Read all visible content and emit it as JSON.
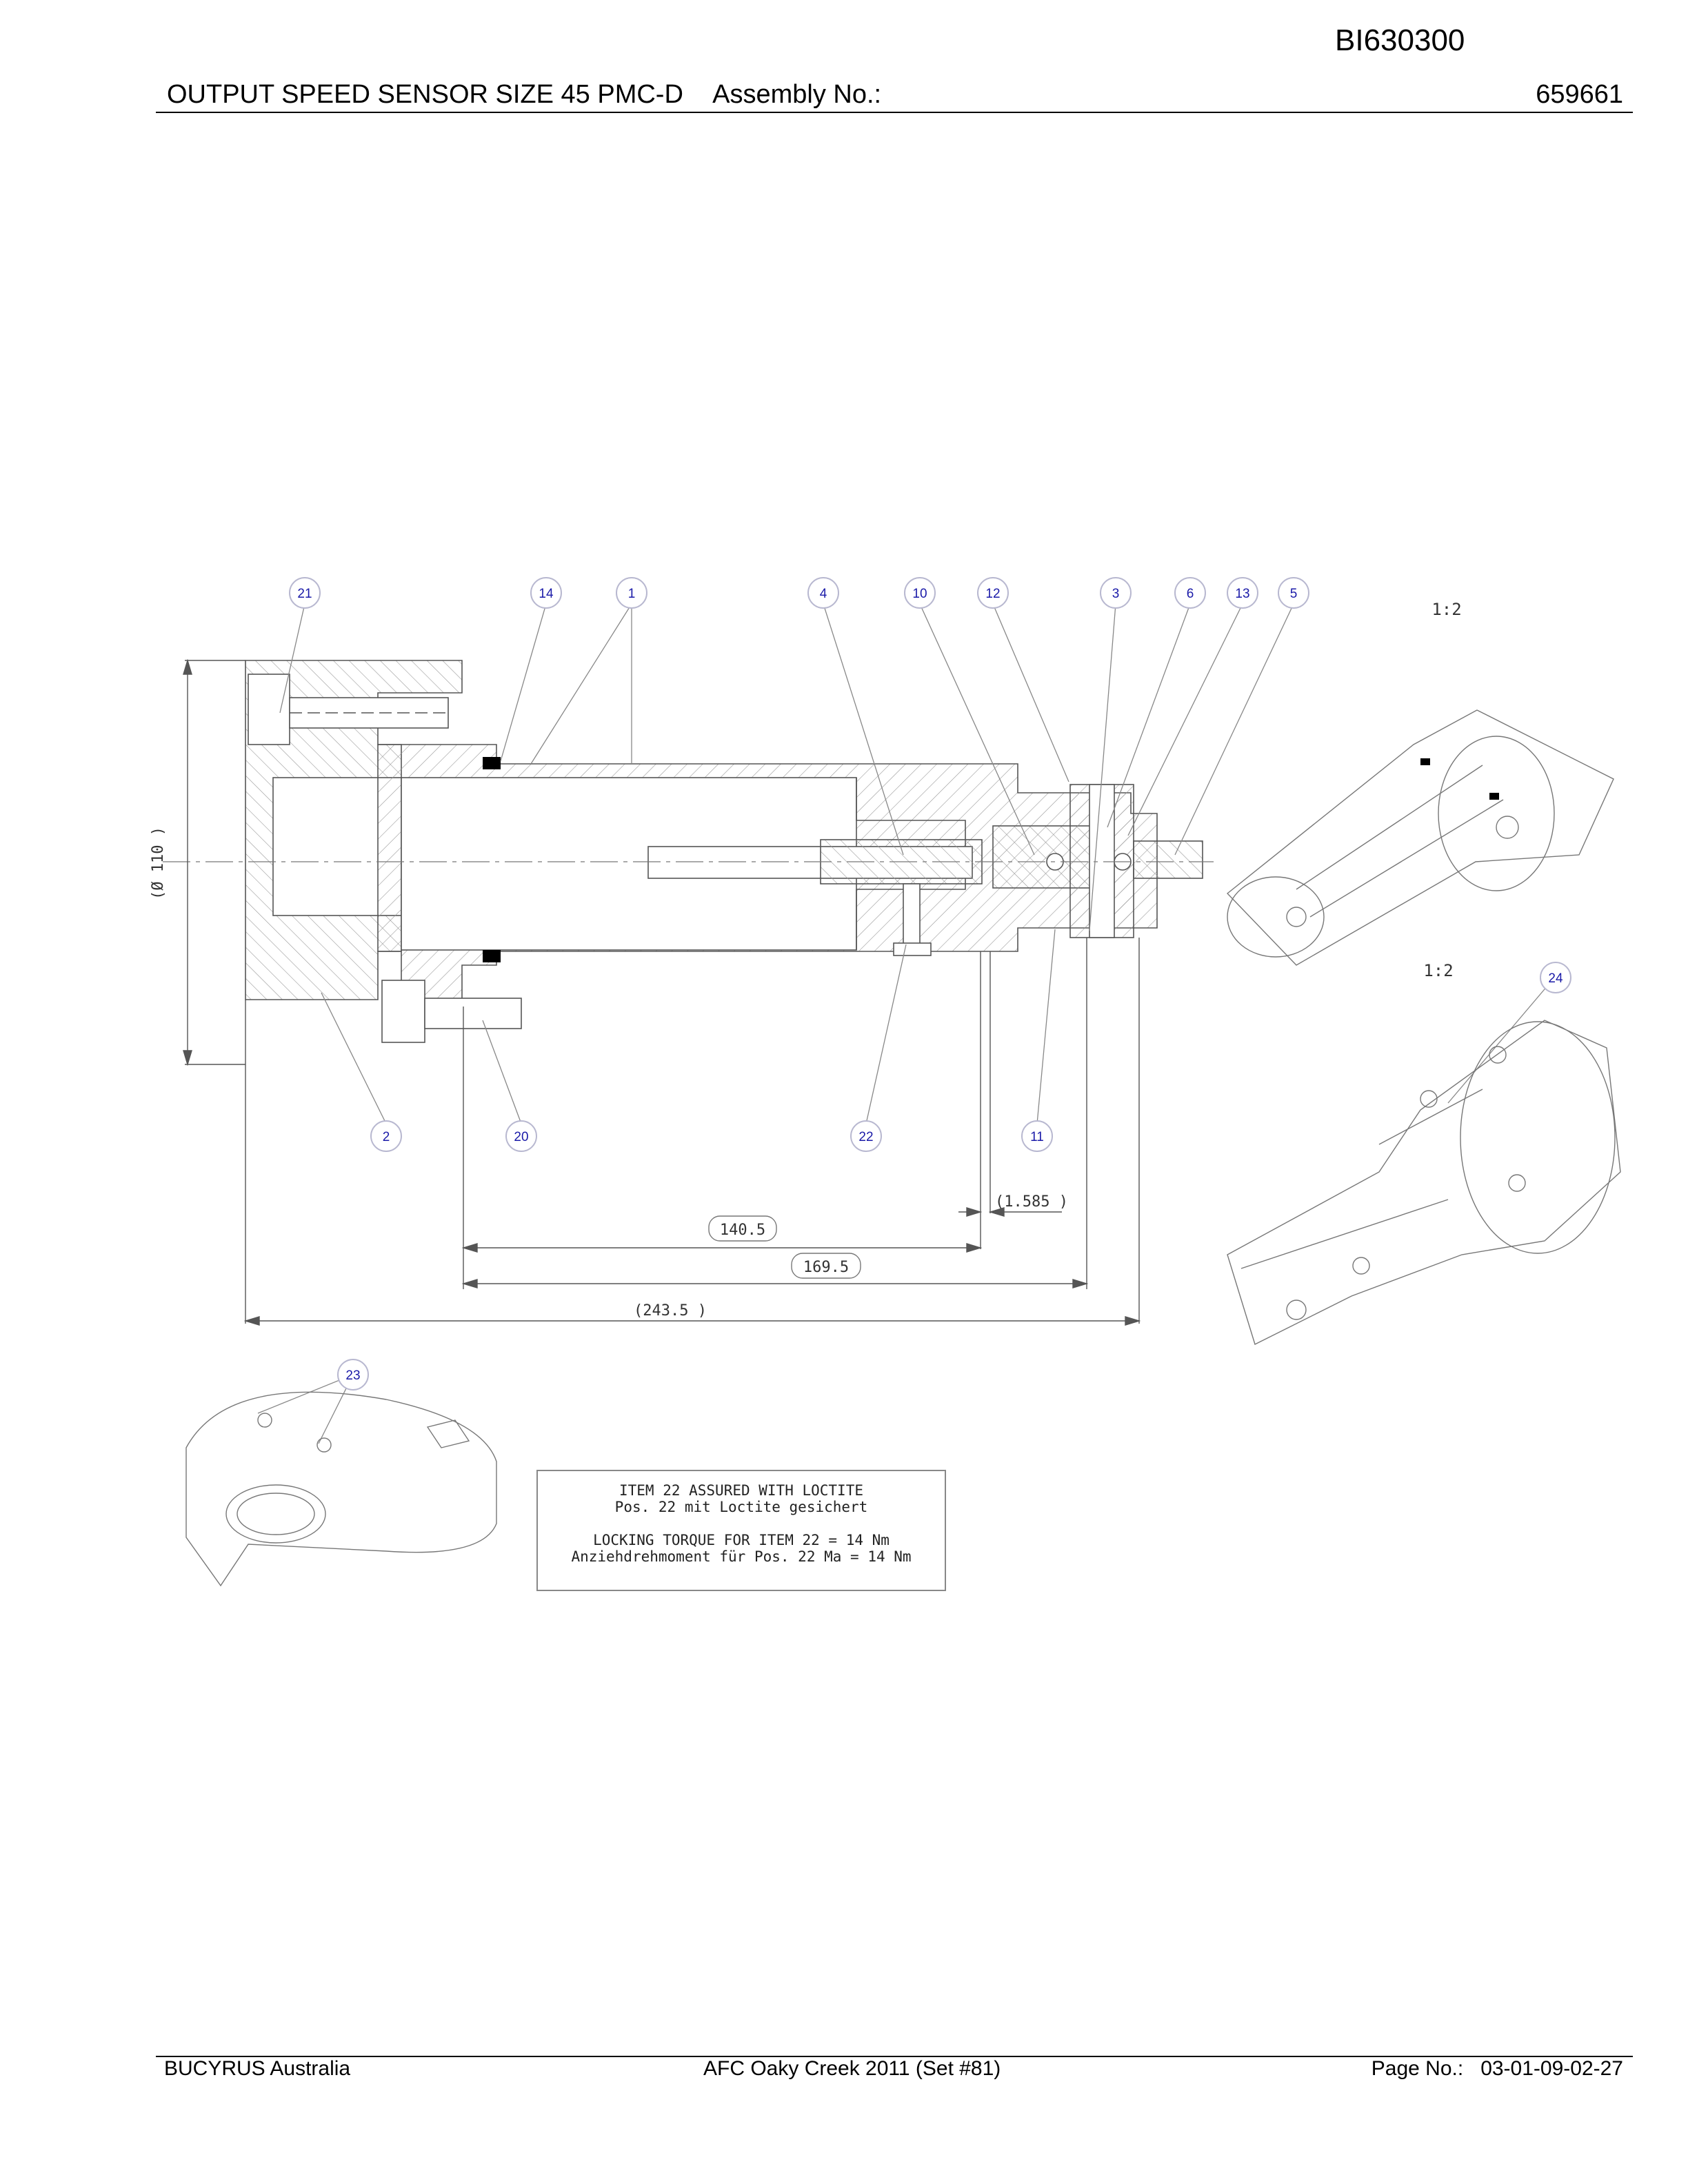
{
  "header": {
    "doc_number": "BI630300",
    "title": "OUTPUT SPEED SENSOR SIZE 45 PMC-D",
    "assembly_label": "Assembly No.:",
    "assembly_number": "659661"
  },
  "drawing": {
    "callouts": [
      "21",
      "14",
      "1",
      "4",
      "10",
      "12",
      "3",
      "6",
      "13",
      "5",
      "2",
      "20",
      "22",
      "11",
      "23",
      "24"
    ],
    "dimensions": {
      "diameter": "(Ø 110 )",
      "d1": "(1.585 )",
      "d2": "140.5",
      "d3": "169.5",
      "d4": "(243.5 )"
    },
    "scale_labels": [
      "1:2",
      "1:2"
    ]
  },
  "note": {
    "line1": "ITEM 22 ASSURED WITH LOCTITE",
    "line2": "Pos. 22 mit Loctite gesichert",
    "line3": "LOCKING TORQUE FOR ITEM 22 = 14 Nm",
    "line4": "Anziehdrehmoment für Pos. 22 Ma = 14 Nm"
  },
  "footer": {
    "company": "BUCYRUS Australia",
    "project": "AFC Oaky Creek 2011 (Set #81)",
    "page_label": "Page No.:",
    "page_number": "03-01-09-02-27"
  }
}
